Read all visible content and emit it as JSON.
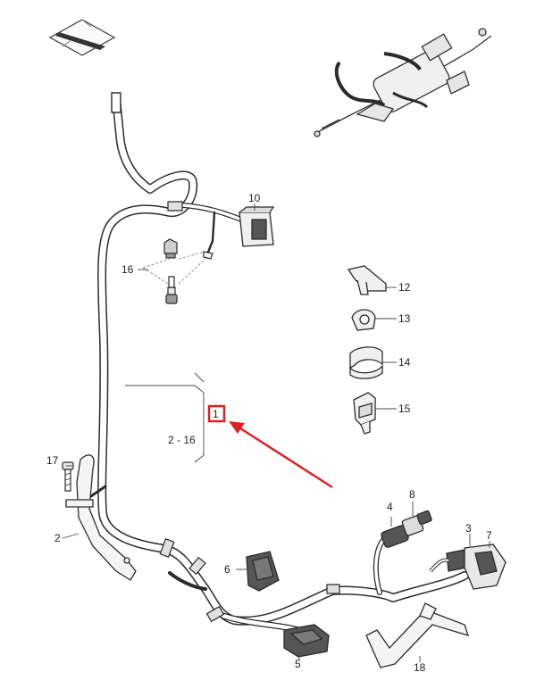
{
  "diagram": {
    "callouts": {
      "c1": "1",
      "c2": "2",
      "c2_16": "2 - 16",
      "c3": "3",
      "c4": "4",
      "c5": "5",
      "c6": "6",
      "c7": "7",
      "c8": "8",
      "c10": "10",
      "c12": "12",
      "c13": "13",
      "c14": "14",
      "c15": "15",
      "c16": "16",
      "c17": "17",
      "c18": "18"
    },
    "colors": {
      "line": "#2b2b2b",
      "highlight": "#e02020",
      "part_fill": "#f2f2f2",
      "dark_part": "#555555"
    }
  }
}
